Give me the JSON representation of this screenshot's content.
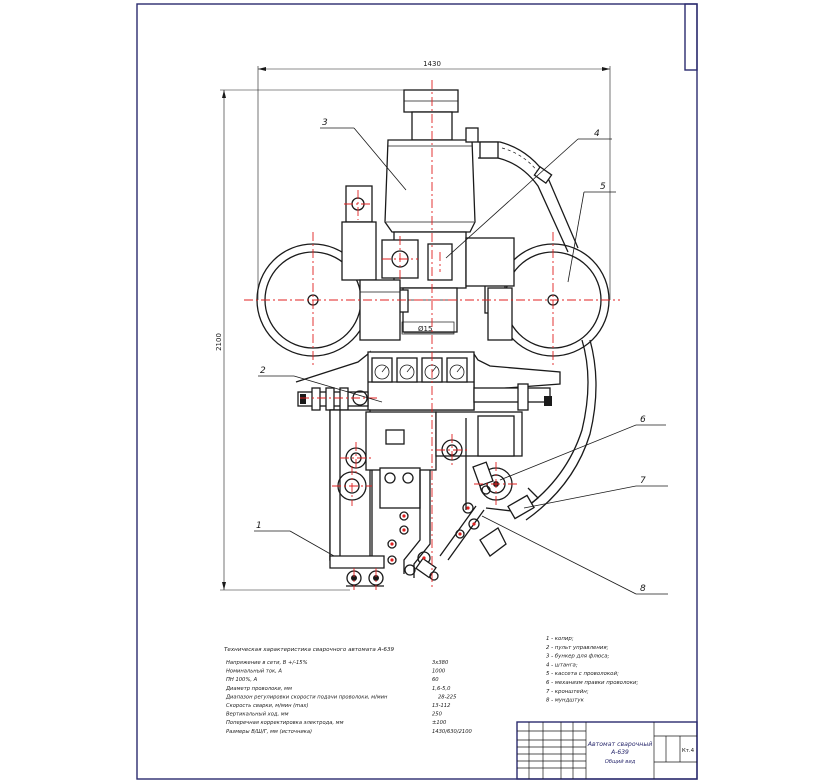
{
  "dimensions": {
    "width": "1430",
    "height": "2100",
    "nozzle": "Ø15"
  },
  "callouts": [
    "1",
    "2",
    "3",
    "4",
    "5",
    "6",
    "7",
    "8"
  ],
  "specs": {
    "title": "Техническая характеристика сварочного автомата А-639",
    "rows": [
      {
        "label": "Напряжение в сети, В +/-15%",
        "value": "3х380"
      },
      {
        "label": "Номинальный ток, А",
        "value": "1000"
      },
      {
        "label": "ПН 100%, А",
        "value": "60"
      },
      {
        "label": "Диаметр проволоки, мм",
        "value": "1,6-5,0"
      },
      {
        "label": "Диапазон регулировки скорости подачи проволоки, м/мин",
        "value": "28-225"
      },
      {
        "label": "Скорость сварки, м/мин (max)",
        "value": "13-112"
      },
      {
        "label": "Вертикальный ход, мм",
        "value": "250"
      },
      {
        "label": "Поперечная корректировка электрода, мм",
        "value": "±100"
      },
      {
        "label": "Размеры В/Ш/Г, мм (источника)",
        "value": "1430/630/2100"
      }
    ]
  },
  "legend": [
    "1 - копир;",
    "2 - пульт управления;",
    "3 - бункер для флюса;",
    "4 - штанга;",
    "5 - кассета с проволокой;",
    "6 - механизм правки проволоки;",
    "7 - кронштейн;",
    "8 - мундштук"
  ],
  "title_block": {
    "name_line1": "Автомат сварочный",
    "name_line2": "А-639",
    "name_line3": "Общий вид",
    "code": "Кт.4"
  }
}
